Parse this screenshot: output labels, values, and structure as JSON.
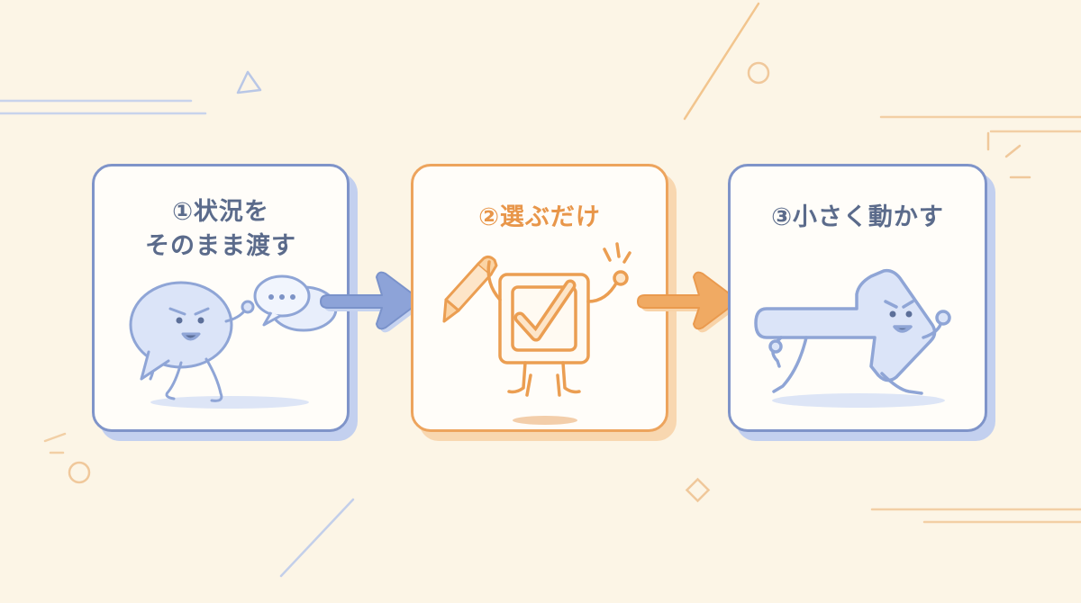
{
  "steps": [
    {
      "title_line1": "①状況を",
      "title_line2": "そのまま渡す"
    },
    {
      "title": "②選ぶだけ"
    },
    {
      "title": "③小さく動かす"
    }
  ],
  "colors": {
    "background": "#fcf5e6",
    "blue_accent": "#7f94c9",
    "blue_fill": "#dbe4f8",
    "orange_accent": "#eda45d",
    "orange_fill": "#fde5c8",
    "text": "#5b6b8b"
  },
  "icons": [
    "speech-bubble-character-icon",
    "ellipsis-speech-bubble-icon",
    "checkbox-character-icon",
    "pencil-icon",
    "running-arrow-character-icon"
  ]
}
